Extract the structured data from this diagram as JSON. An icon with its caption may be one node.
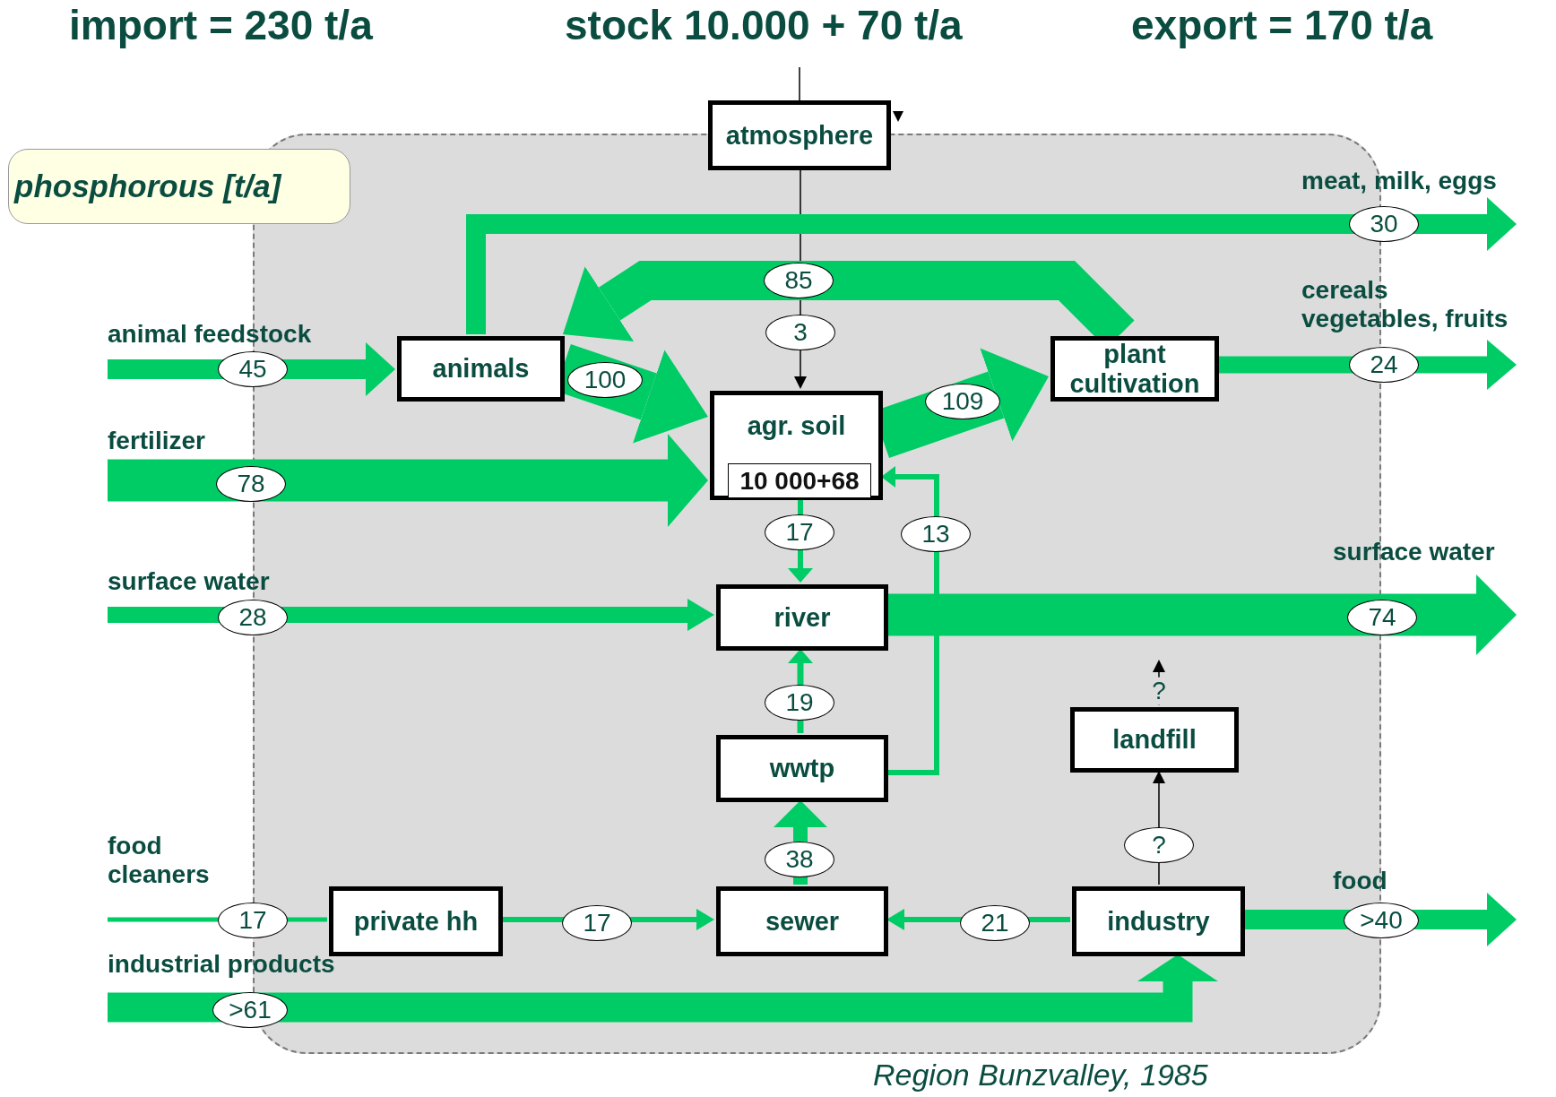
{
  "diagram": {
    "nodes": [
      {
        "text": [],
        "shape": "box",
        "beside": [
          "Region Bunzvalley, 1985"
        ]
      },
      {
        "text": [
          "phosphorous [t/a]"
        ]
      },
      {
        "text": [
          "atmosphere"
        ]
      },
      {
        "text": [
          "animals"
        ],
        "in": 0
      },
      {
        "text": [
          "plant cultivation"
        ],
        "in": 0
      },
      {
        "text": [
          "agr. soil"
        ],
        "in": 0
      },
      {
        "text": [
          "10 000+68"
        ],
        "in": 5
      },
      {
        "text": [
          "river"
        ],
        "in": 0
      },
      {
        "text": [
          "wwtp"
        ],
        "in": 0
      },
      {
        "text": [
          "landfill"
        ],
        "in": 0
      },
      {
        "text": [
          "private hh"
        ],
        "in": 0
      },
      {
        "text": [
          "sewer"
        ],
        "in": 0
      },
      {
        "text": [
          "industry"
        ],
        "in": 0
      }
    ],
    "edges": [
      {
        "from": null,
        "to": 2,
        "arrow": "none",
        "color": "#000000"
      },
      {
        "from": 2,
        "to": 5,
        "arrow": "to",
        "label": "3",
        "color": "#000000"
      },
      {
        "from": null,
        "to": 3,
        "arrow": "to",
        "label": "45"
      },
      {
        "from": 3,
        "to": null,
        "arrow": "to",
        "label": "30"
      },
      {
        "from": 4,
        "to": 3,
        "arrow": "to",
        "label": "85",
        "style": "thick"
      },
      {
        "from": 3,
        "to": 5,
        "arrow": "to",
        "label": "100",
        "style": "thick"
      },
      {
        "from": null,
        "to": 5,
        "arrow": "to",
        "label": "78",
        "style": "thick"
      },
      {
        "from": 5,
        "to": 4,
        "arrow": "to",
        "label": "109",
        "style": "thick"
      },
      {
        "from": 4,
        "to": null,
        "arrow": "to",
        "label": "24"
      },
      {
        "from": 5,
        "to": 7,
        "arrow": "to",
        "label": "17"
      },
      {
        "from": 8,
        "to": 5,
        "arrow": "to",
        "label": "13"
      },
      {
        "from": null,
        "to": 7,
        "arrow": "to",
        "label": "28"
      },
      {
        "from": 7,
        "to": null,
        "arrow": "to",
        "label": "74",
        "style": "thick"
      },
      {
        "from": 8,
        "to": 7,
        "arrow": "to",
        "label": "19"
      },
      {
        "from": 11,
        "to": 8,
        "arrow": "to",
        "label": "38"
      },
      {
        "from": null,
        "to": 10,
        "arrow": "none",
        "label": "17"
      },
      {
        "from": 10,
        "to": 11,
        "arrow": "to",
        "label": "17"
      },
      {
        "from": 12,
        "to": 11,
        "arrow": "to",
        "label": "21"
      },
      {
        "from": 12,
        "to": 9,
        "arrow": "to",
        "label": "?",
        "color": "#000000"
      },
      {
        "from": 9,
        "to": null,
        "arrow": "to",
        "label": "?",
        "color": "#000000"
      },
      {
        "from": 12,
        "to": null,
        "arrow": "to",
        "label": ">40"
      },
      {
        "from": null,
        "to": 12,
        "arrow": "to",
        "label": ">61",
        "style": "thick"
      }
    ],
    "labels": [
      "import = 230 t/a",
      "stock 10.000 + 70 t/a",
      "export = 170 t/a",
      "meat, milk, eggs",
      "cereals",
      "vegetables, fruits",
      "animal feedstock",
      "fertilizer",
      "surface water",
      "surface water",
      "food cleaners",
      "food",
      "industrial products"
    ]
  }
}
